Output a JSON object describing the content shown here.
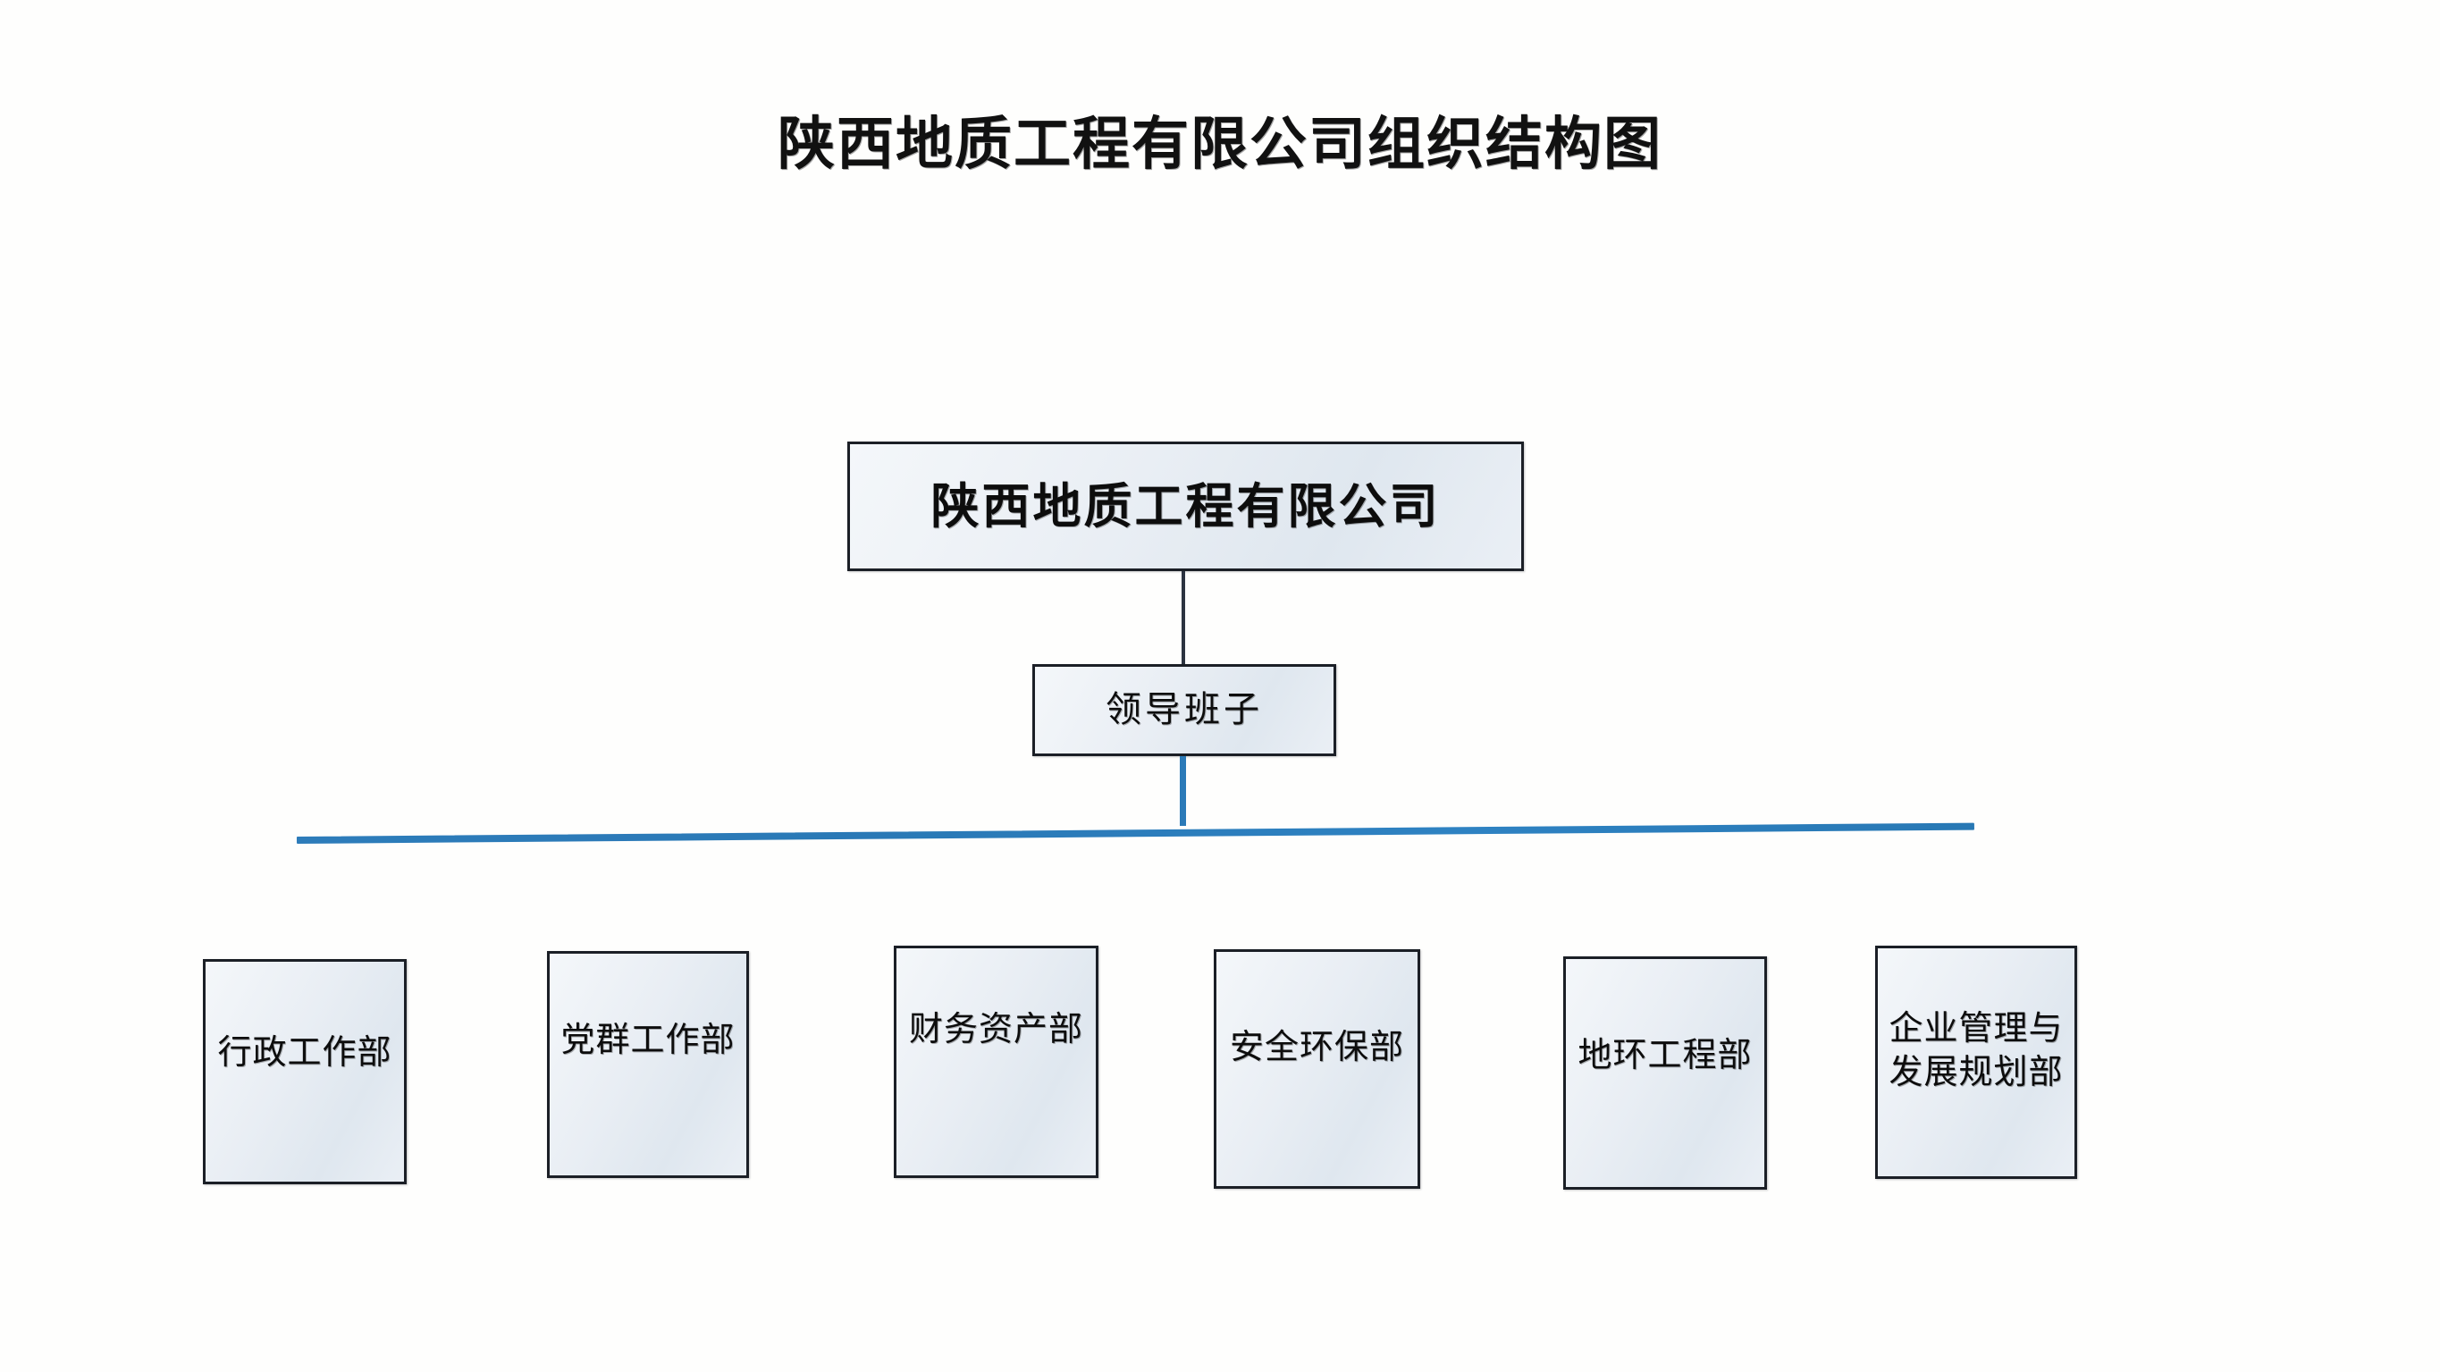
{
  "chart_data": {
    "type": "diagram",
    "diagram_kind": "organizational-chart",
    "title": "陕西地质工程有限公司组织结构图",
    "orientation": "top-down",
    "levels": 3,
    "nodes": [
      {
        "id": "company",
        "level": 0,
        "label": "陕西地质工程有限公司"
      },
      {
        "id": "leadership",
        "level": 1,
        "label": "领导班子"
      },
      {
        "id": "dept-0",
        "level": 2,
        "label": "行政工作部"
      },
      {
        "id": "dept-1",
        "level": 2,
        "label": "党群工作部"
      },
      {
        "id": "dept-2",
        "level": 2,
        "label": "财务资产部"
      },
      {
        "id": "dept-3",
        "level": 2,
        "label": "安全环保部"
      },
      {
        "id": "dept-4",
        "level": 2,
        "label": "地环工程部"
      },
      {
        "id": "dept-5",
        "level": 2,
        "label": "企业管理与\n发展规划部"
      }
    ],
    "edges": [
      {
        "from": "company",
        "to": "leadership",
        "style": "solid-vertical",
        "color": "#2c3340"
      },
      {
        "from": "leadership",
        "to": "bus",
        "style": "solid-vertical",
        "color": "#2b7ab8"
      },
      {
        "from": "bus",
        "to": [
          "dept-0",
          "dept-1",
          "dept-2",
          "dept-3",
          "dept-4",
          "dept-5"
        ],
        "style": "horizontal-bus",
        "color": "#2b7ab8"
      }
    ],
    "colors": {
      "background": "#fefefd",
      "box_fill_light": "#f4f7fa",
      "box_fill_dark": "#dfe7ef",
      "box_border": "#1b1f26",
      "bus_line": "#2b7ab8",
      "text": "#0d0d0d"
    }
  },
  "root": {
    "label": "陕西地质工程有限公司"
  },
  "leadership": {
    "label": "领导班子"
  },
  "departments": [
    {
      "label": "行政工作部"
    },
    {
      "label": "党群工作部"
    },
    {
      "label": "财务资产部"
    },
    {
      "label": "安全环保部"
    },
    {
      "label": "地环工程部"
    },
    {
      "label": "企业管理与\n发展规划部"
    }
  ]
}
